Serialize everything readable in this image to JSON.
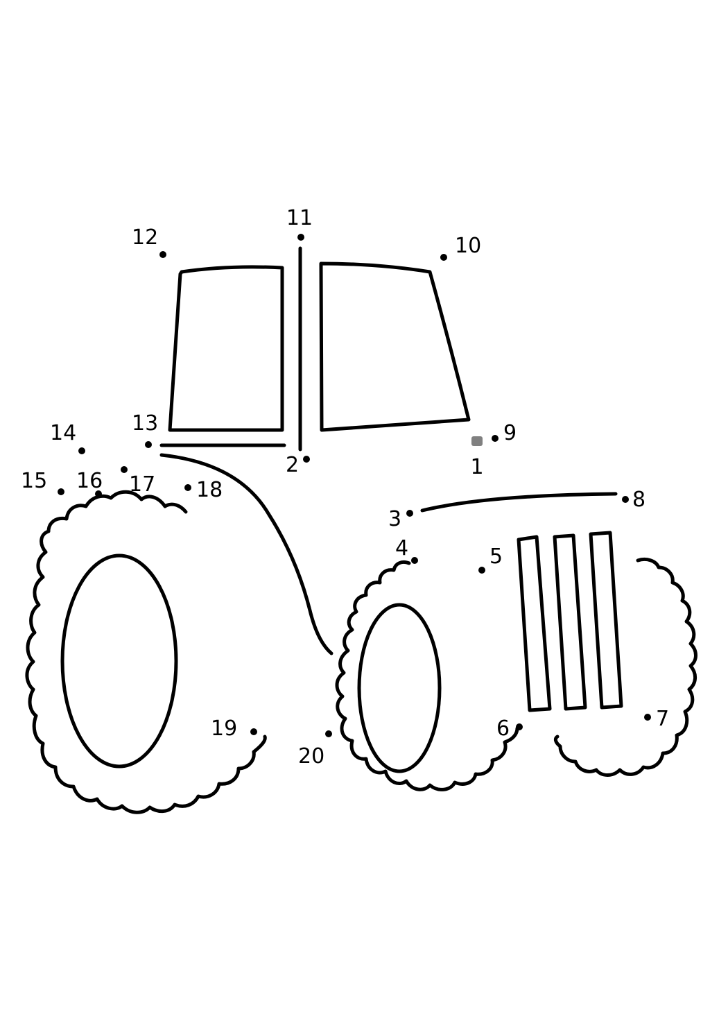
{
  "worksheet": {
    "dot_labels": {
      "d1": "1",
      "d2": "2",
      "d3": "3",
      "d4": "4",
      "d5": "5",
      "d6": "6",
      "d7": "7",
      "d8": "8",
      "d9": "9",
      "d10": "10",
      "d11": "11",
      "d12": "12",
      "d13": "13",
      "d14": "14",
      "d15": "15",
      "d16": "16",
      "d17": "17",
      "d18": "18",
      "d19": "19",
      "d20": "20"
    },
    "colors": {
      "line": "#000000",
      "background": "#ffffff",
      "start_dot": "#808080"
    }
  }
}
